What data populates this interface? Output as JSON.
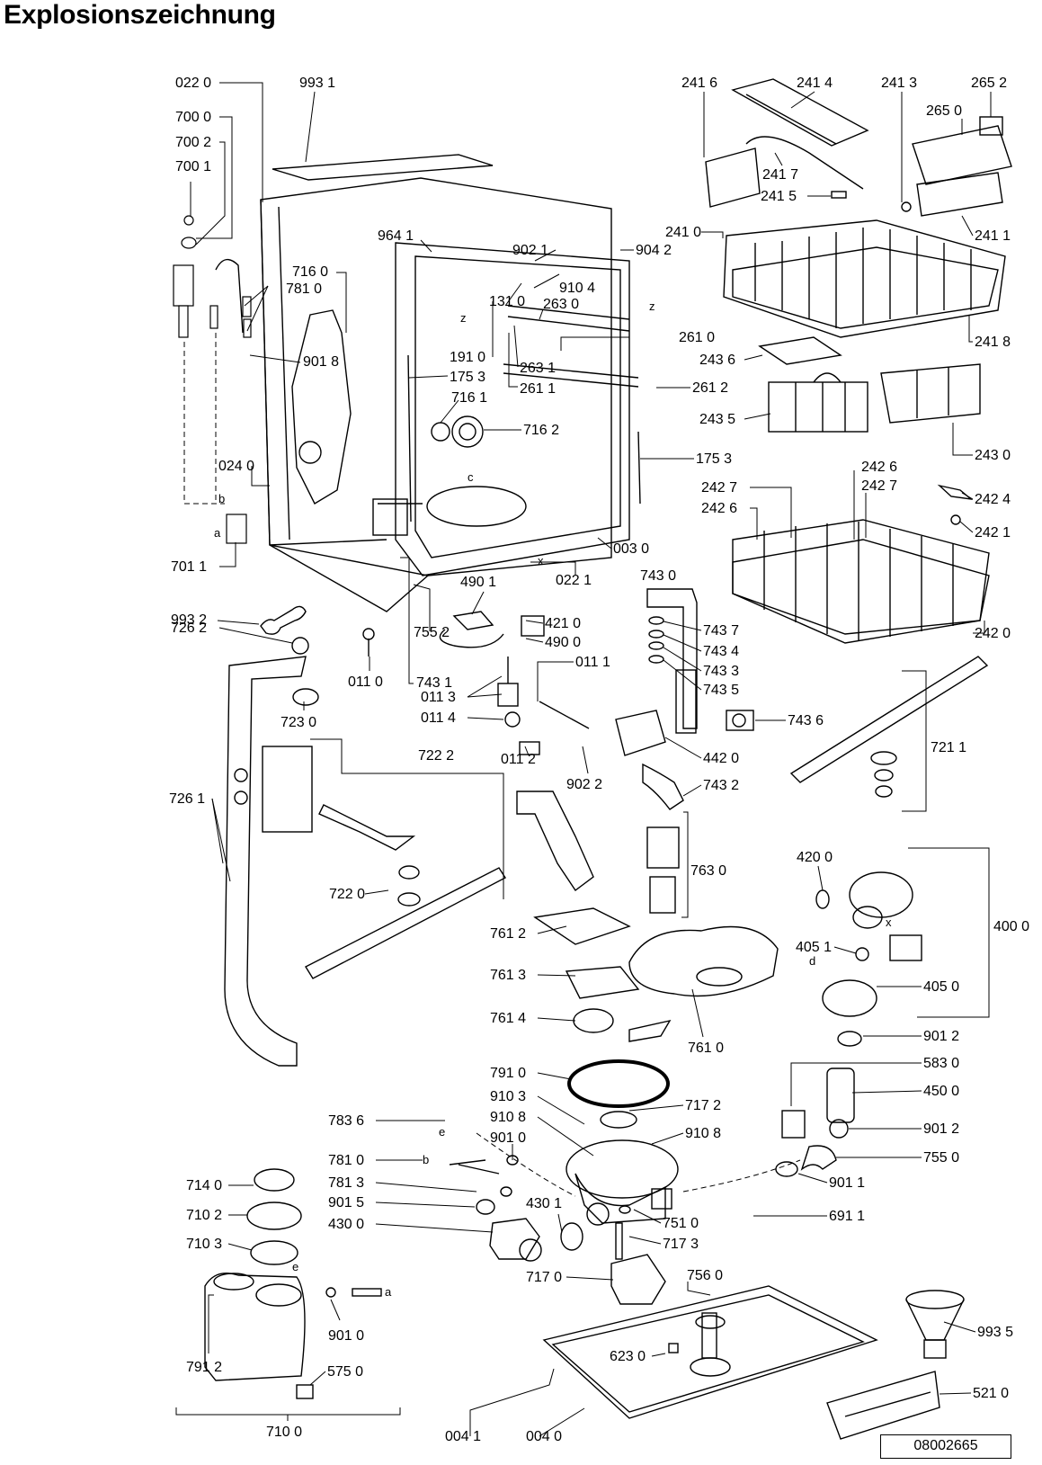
{
  "title": "Explosionszeichnung",
  "document_number": "08002665",
  "callouts": [
    {
      "id": "022-0",
      "text": "022 0"
    },
    {
      "id": "993-1",
      "text": "993 1"
    },
    {
      "id": "700-0",
      "text": "700 0"
    },
    {
      "id": "700-2",
      "text": "700 2"
    },
    {
      "id": "700-1",
      "text": "700 1"
    },
    {
      "id": "964-1",
      "text": "964 1"
    },
    {
      "id": "902-1",
      "text": "902 1"
    },
    {
      "id": "904-2",
      "text": "904 2"
    },
    {
      "id": "716-0",
      "text": "716 0"
    },
    {
      "id": "781-0-top",
      "text": "781 0"
    },
    {
      "id": "910-4",
      "text": "910 4"
    },
    {
      "id": "131-0",
      "text": "131 0"
    },
    {
      "id": "263-0",
      "text": "263 0"
    },
    {
      "id": "261-0",
      "text": "261 0"
    },
    {
      "id": "901-8",
      "text": "901 8"
    },
    {
      "id": "191-0",
      "text": "191 0"
    },
    {
      "id": "263-1",
      "text": "263 1"
    },
    {
      "id": "175-3-a",
      "text": "175 3"
    },
    {
      "id": "261-1",
      "text": "261 1"
    },
    {
      "id": "261-2",
      "text": "261 2"
    },
    {
      "id": "716-1",
      "text": "716 1"
    },
    {
      "id": "716-2",
      "text": "716 2"
    },
    {
      "id": "175-3-b",
      "text": "175 3"
    },
    {
      "id": "024-0",
      "text": "024 0"
    },
    {
      "id": "003-0",
      "text": "003 0"
    },
    {
      "id": "701-1",
      "text": "701 1"
    },
    {
      "id": "022-1",
      "text": "022 1"
    },
    {
      "id": "993-2",
      "text": "993 2"
    },
    {
      "id": "490-1",
      "text": "490 1"
    },
    {
      "id": "421-0",
      "text": "421 0"
    },
    {
      "id": "490-0",
      "text": "490 0"
    },
    {
      "id": "755-2",
      "text": "755 2"
    },
    {
      "id": "726-2",
      "text": "726 2"
    },
    {
      "id": "011-0",
      "text": "011 0"
    },
    {
      "id": "743-1",
      "text": "743 1"
    },
    {
      "id": "011-1",
      "text": "011 1"
    },
    {
      "id": "011-3",
      "text": "011 3"
    },
    {
      "id": "011-4",
      "text": "011 4"
    },
    {
      "id": "723-0",
      "text": "723 0"
    },
    {
      "id": "011-2",
      "text": "011 2"
    },
    {
      "id": "902-2",
      "text": "902 2"
    },
    {
      "id": "743-0",
      "text": "743 0"
    },
    {
      "id": "743-7",
      "text": "743 7"
    },
    {
      "id": "743-4",
      "text": "743 4"
    },
    {
      "id": "743-3",
      "text": "743 3"
    },
    {
      "id": "743-5",
      "text": "743 5"
    },
    {
      "id": "743-6",
      "text": "743 6"
    },
    {
      "id": "442-0",
      "text": "442 0"
    },
    {
      "id": "743-2",
      "text": "743 2"
    },
    {
      "id": "722-2",
      "text": "722 2"
    },
    {
      "id": "726-1",
      "text": "726 1"
    },
    {
      "id": "722-0",
      "text": "722 0"
    },
    {
      "id": "763-0",
      "text": "763 0"
    },
    {
      "id": "761-2",
      "text": "761 2"
    },
    {
      "id": "761-3",
      "text": "761 3"
    },
    {
      "id": "761-4",
      "text": "761 4"
    },
    {
      "id": "761-0",
      "text": "761 0"
    },
    {
      "id": "791-0",
      "text": "791 0"
    },
    {
      "id": "910-3",
      "text": "910 3"
    },
    {
      "id": "717-2",
      "text": "717 2"
    },
    {
      "id": "910-8-a",
      "text": "910 8"
    },
    {
      "id": "910-8-b",
      "text": "910 8"
    },
    {
      "id": "901-0-a",
      "text": "901 0"
    },
    {
      "id": "783-6",
      "text": "783 6"
    },
    {
      "id": "781-0",
      "text": "781 0"
    },
    {
      "id": "781-3",
      "text": "781 3"
    },
    {
      "id": "901-5",
      "text": "901 5"
    },
    {
      "id": "430-1",
      "text": "430 1"
    },
    {
      "id": "430-0",
      "text": "430 0"
    },
    {
      "id": "751-0",
      "text": "751 0"
    },
    {
      "id": "717-3",
      "text": "717 3"
    },
    {
      "id": "717-0",
      "text": "717 0"
    },
    {
      "id": "756-0",
      "text": "756 0"
    },
    {
      "id": "714-0",
      "text": "714 0"
    },
    {
      "id": "710-2",
      "text": "710 2"
    },
    {
      "id": "710-3",
      "text": "710 3"
    },
    {
      "id": "901-0-b",
      "text": "901 0"
    },
    {
      "id": "791-2",
      "text": "791 2"
    },
    {
      "id": "575-0",
      "text": "575 0"
    },
    {
      "id": "710-0",
      "text": "710 0"
    },
    {
      "id": "004-1",
      "text": "004 1"
    },
    {
      "id": "004-0",
      "text": "004 0"
    },
    {
      "id": "623-0",
      "text": "623 0"
    },
    {
      "id": "691-1",
      "text": "691 1"
    },
    {
      "id": "521-0",
      "text": "521 0"
    },
    {
      "id": "993-5",
      "text": "993 5"
    },
    {
      "id": "755-0",
      "text": "755 0"
    },
    {
      "id": "901-1",
      "text": "901 1"
    },
    {
      "id": "901-2-b",
      "text": "901 2"
    },
    {
      "id": "450-0",
      "text": "450 0"
    },
    {
      "id": "583-0",
      "text": "583 0"
    },
    {
      "id": "901-2-a",
      "text": "901 2"
    },
    {
      "id": "405-0",
      "text": "405 0"
    },
    {
      "id": "405-1",
      "text": "405 1"
    },
    {
      "id": "420-0",
      "text": "420 0"
    },
    {
      "id": "400-0",
      "text": "400 0"
    },
    {
      "id": "721-1",
      "text": "721 1"
    },
    {
      "id": "242-0",
      "text": "242 0"
    },
    {
      "id": "242-1",
      "text": "242 1"
    },
    {
      "id": "242-4",
      "text": "242 4"
    },
    {
      "id": "242-6-a",
      "text": "242 6"
    },
    {
      "id": "242-7-a",
      "text": "242 7"
    },
    {
      "id": "242-7-b",
      "text": "242 7"
    },
    {
      "id": "242-6-b",
      "text": "242 6"
    },
    {
      "id": "243-0",
      "text": "243 0"
    },
    {
      "id": "243-5",
      "text": "243 5"
    },
    {
      "id": "243-6",
      "text": "243 6"
    },
    {
      "id": "241-8",
      "text": "241 8"
    },
    {
      "id": "241-0",
      "text": "241 0"
    },
    {
      "id": "241-1",
      "text": "241 1"
    },
    {
      "id": "241-5",
      "text": "241 5"
    },
    {
      "id": "241-7",
      "text": "241 7"
    },
    {
      "id": "241-6",
      "text": "241 6"
    },
    {
      "id": "241-4",
      "text": "241 4"
    },
    {
      "id": "241-3",
      "text": "241 3"
    },
    {
      "id": "265-2",
      "text": "265 2"
    },
    {
      "id": "265-0",
      "text": "265 0"
    }
  ],
  "letter_marks": [
    {
      "id": "mark-z-1",
      "text": "z"
    },
    {
      "id": "mark-z-2",
      "text": "z"
    },
    {
      "id": "mark-b-1",
      "text": "b"
    },
    {
      "id": "mark-a-1",
      "text": "a"
    },
    {
      "id": "mark-c-1",
      "text": "c"
    },
    {
      "id": "mark-x-1",
      "text": "x"
    },
    {
      "id": "mark-x-2",
      "text": "x"
    },
    {
      "id": "mark-d-1",
      "text": "d"
    },
    {
      "id": "mark-e-1",
      "text": "e"
    },
    {
      "id": "mark-b-2",
      "text": "b"
    },
    {
      "id": "mark-e-2",
      "text": "e"
    },
    {
      "id": "mark-a-2",
      "text": "a"
    }
  ]
}
